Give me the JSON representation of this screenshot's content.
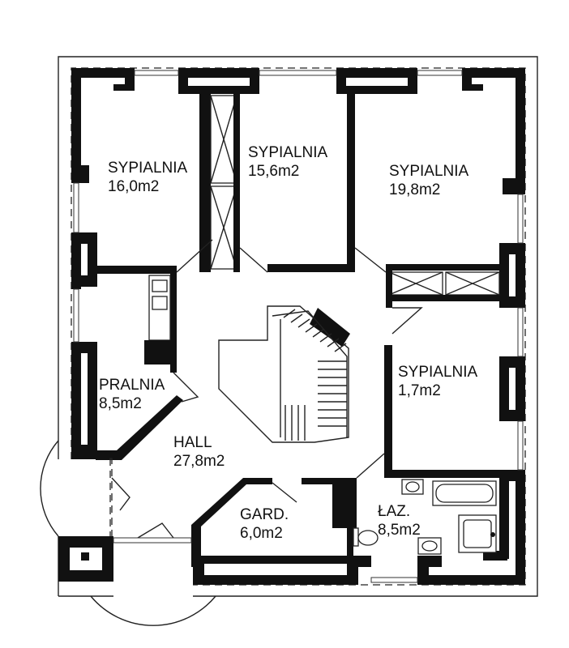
{
  "rooms": [
    {
      "name": "SYPIALNIA",
      "area": "16,0m2"
    },
    {
      "name": "SYPIALNIA",
      "area": "15,6m2"
    },
    {
      "name": "SYPIALNIA",
      "area": "19,8m2"
    },
    {
      "name": "SYPIALNIA",
      "area": "1,7m2"
    },
    {
      "name": "PRALNIA",
      "area": "8,5m2"
    },
    {
      "name": "HALL",
      "area": "27,8m2"
    },
    {
      "name": "GARD.",
      "area": "6,0m2"
    },
    {
      "name": "ŁAZ.",
      "area": "8,5m2"
    }
  ],
  "colors": {
    "wall": "#111111",
    "background": "#ffffff"
  }
}
